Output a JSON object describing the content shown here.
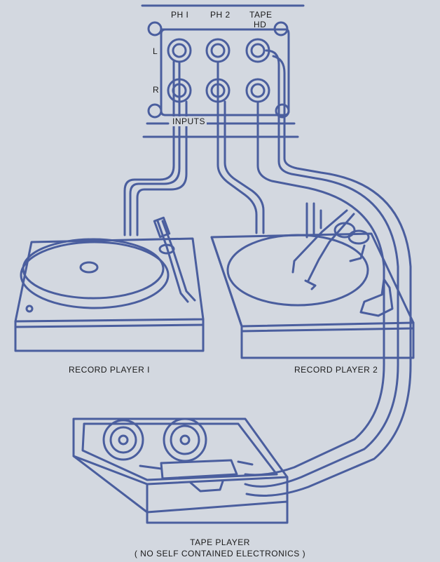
{
  "panel": {
    "columns": [
      "PH I",
      "PH 2",
      "TAPE"
    ],
    "tape_sub": "HD",
    "rows": [
      "L",
      "R"
    ],
    "inputs_label": "INPUTS"
  },
  "devices": {
    "record_player_1": "RECORD PLAYER I",
    "record_player_2": "RECORD PLAYER 2",
    "tape_player": "TAPE PLAYER",
    "tape_player_note": "( NO SELF CONTAINED ELECTRONICS )"
  },
  "colors": {
    "background": "#d3d8e0",
    "line": "#4a5e9e",
    "text": "#1a1a1a"
  }
}
